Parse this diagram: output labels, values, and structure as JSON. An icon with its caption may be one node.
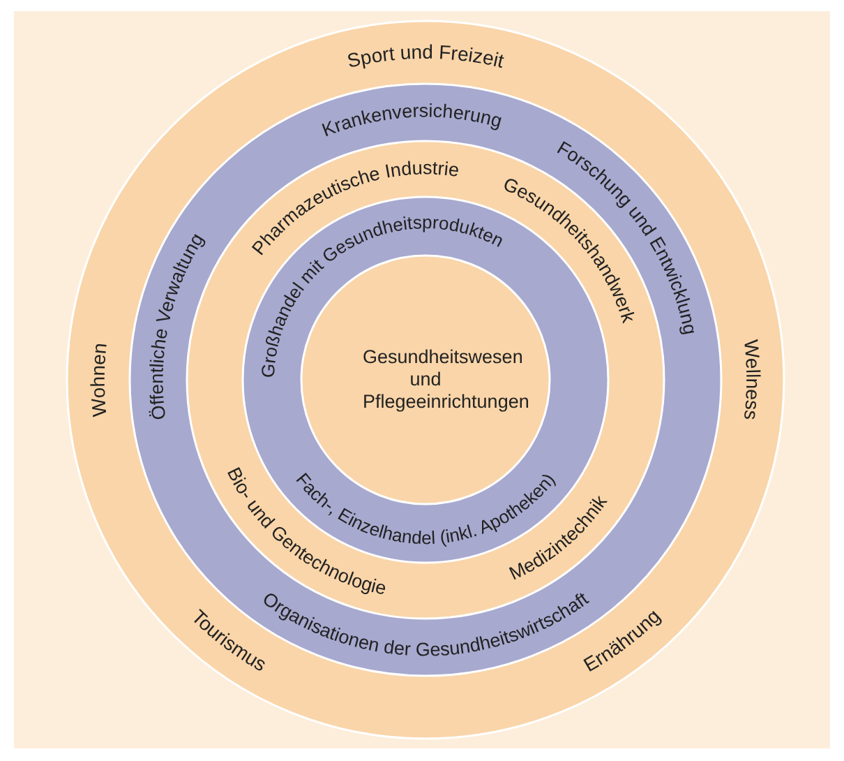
{
  "diagram": {
    "nodes": [
      {
        "text": [
          "Sport und Freizeit",
          "Wellness",
          "Tourismus",
          "Ernährung",
          "Wohnen"
        ]
      },
      {
        "text": [
          "Krankenversicherung",
          "Forschung und Entwicklung",
          "Organisationen der Gesundheitswirtschaft",
          "Öffentliche Verwaltung"
        ],
        "in": 0
      },
      {
        "text": [
          "Pharmazeutische Industrie",
          "Gesundheitshandwerk",
          "Bio- und Gentechnologie",
          "Medizintechnik"
        ],
        "in": 1
      },
      {
        "text": [
          "Großhandel mit Gesundheitsprodukten",
          "Fach-, Einzelhandel (inkl. Apotheken)"
        ],
        "in": 2
      },
      {
        "text": [
          "Gesundheitswesen und Pflegeeinrichtungen"
        ],
        "in": 3
      }
    ]
  }
}
